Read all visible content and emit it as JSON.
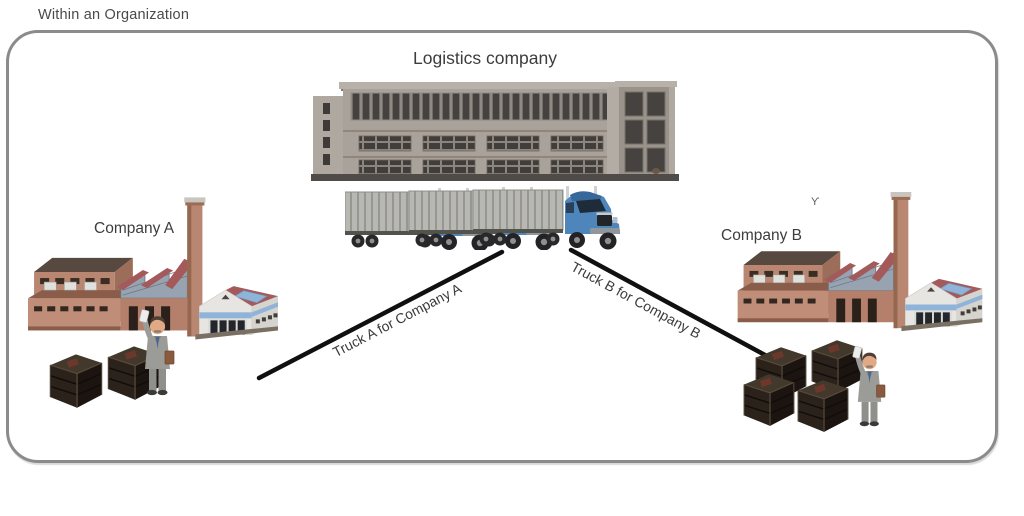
{
  "page": {
    "title": "Within an Organization"
  },
  "diagram": {
    "logistics": {
      "label": "Logistics company",
      "illustration": "logistics-warehouse-building",
      "truck_count": 3
    },
    "company_a": {
      "label": "Company A",
      "illustration": "factory-with-chimney",
      "crate_count": 2,
      "worker": "worker-in-gray-suit"
    },
    "company_b": {
      "label": "Company B",
      "mark": "ϒ",
      "illustration": "factory-with-chimney",
      "crate_count": 4,
      "worker": "worker-in-gray-suit"
    },
    "connections": [
      {
        "label": "Truck A for Company A",
        "from": "Logistics company",
        "to": "Company A"
      },
      {
        "label": "Truck B for Company B",
        "from": "Logistics company",
        "to": "Company B"
      }
    ],
    "colors": {
      "text": "#3f3f3f",
      "frame_border": "#8b8b8b",
      "line": "#101010",
      "truck_cab": "#4e86bb",
      "trailer": "#b7b7b3",
      "building_wall": "#a9a29a",
      "factory_brick": "#b98672",
      "factory_roof": "#a4595a",
      "solar_panel": "#8fb3d9",
      "crate": "#2a221b"
    }
  }
}
